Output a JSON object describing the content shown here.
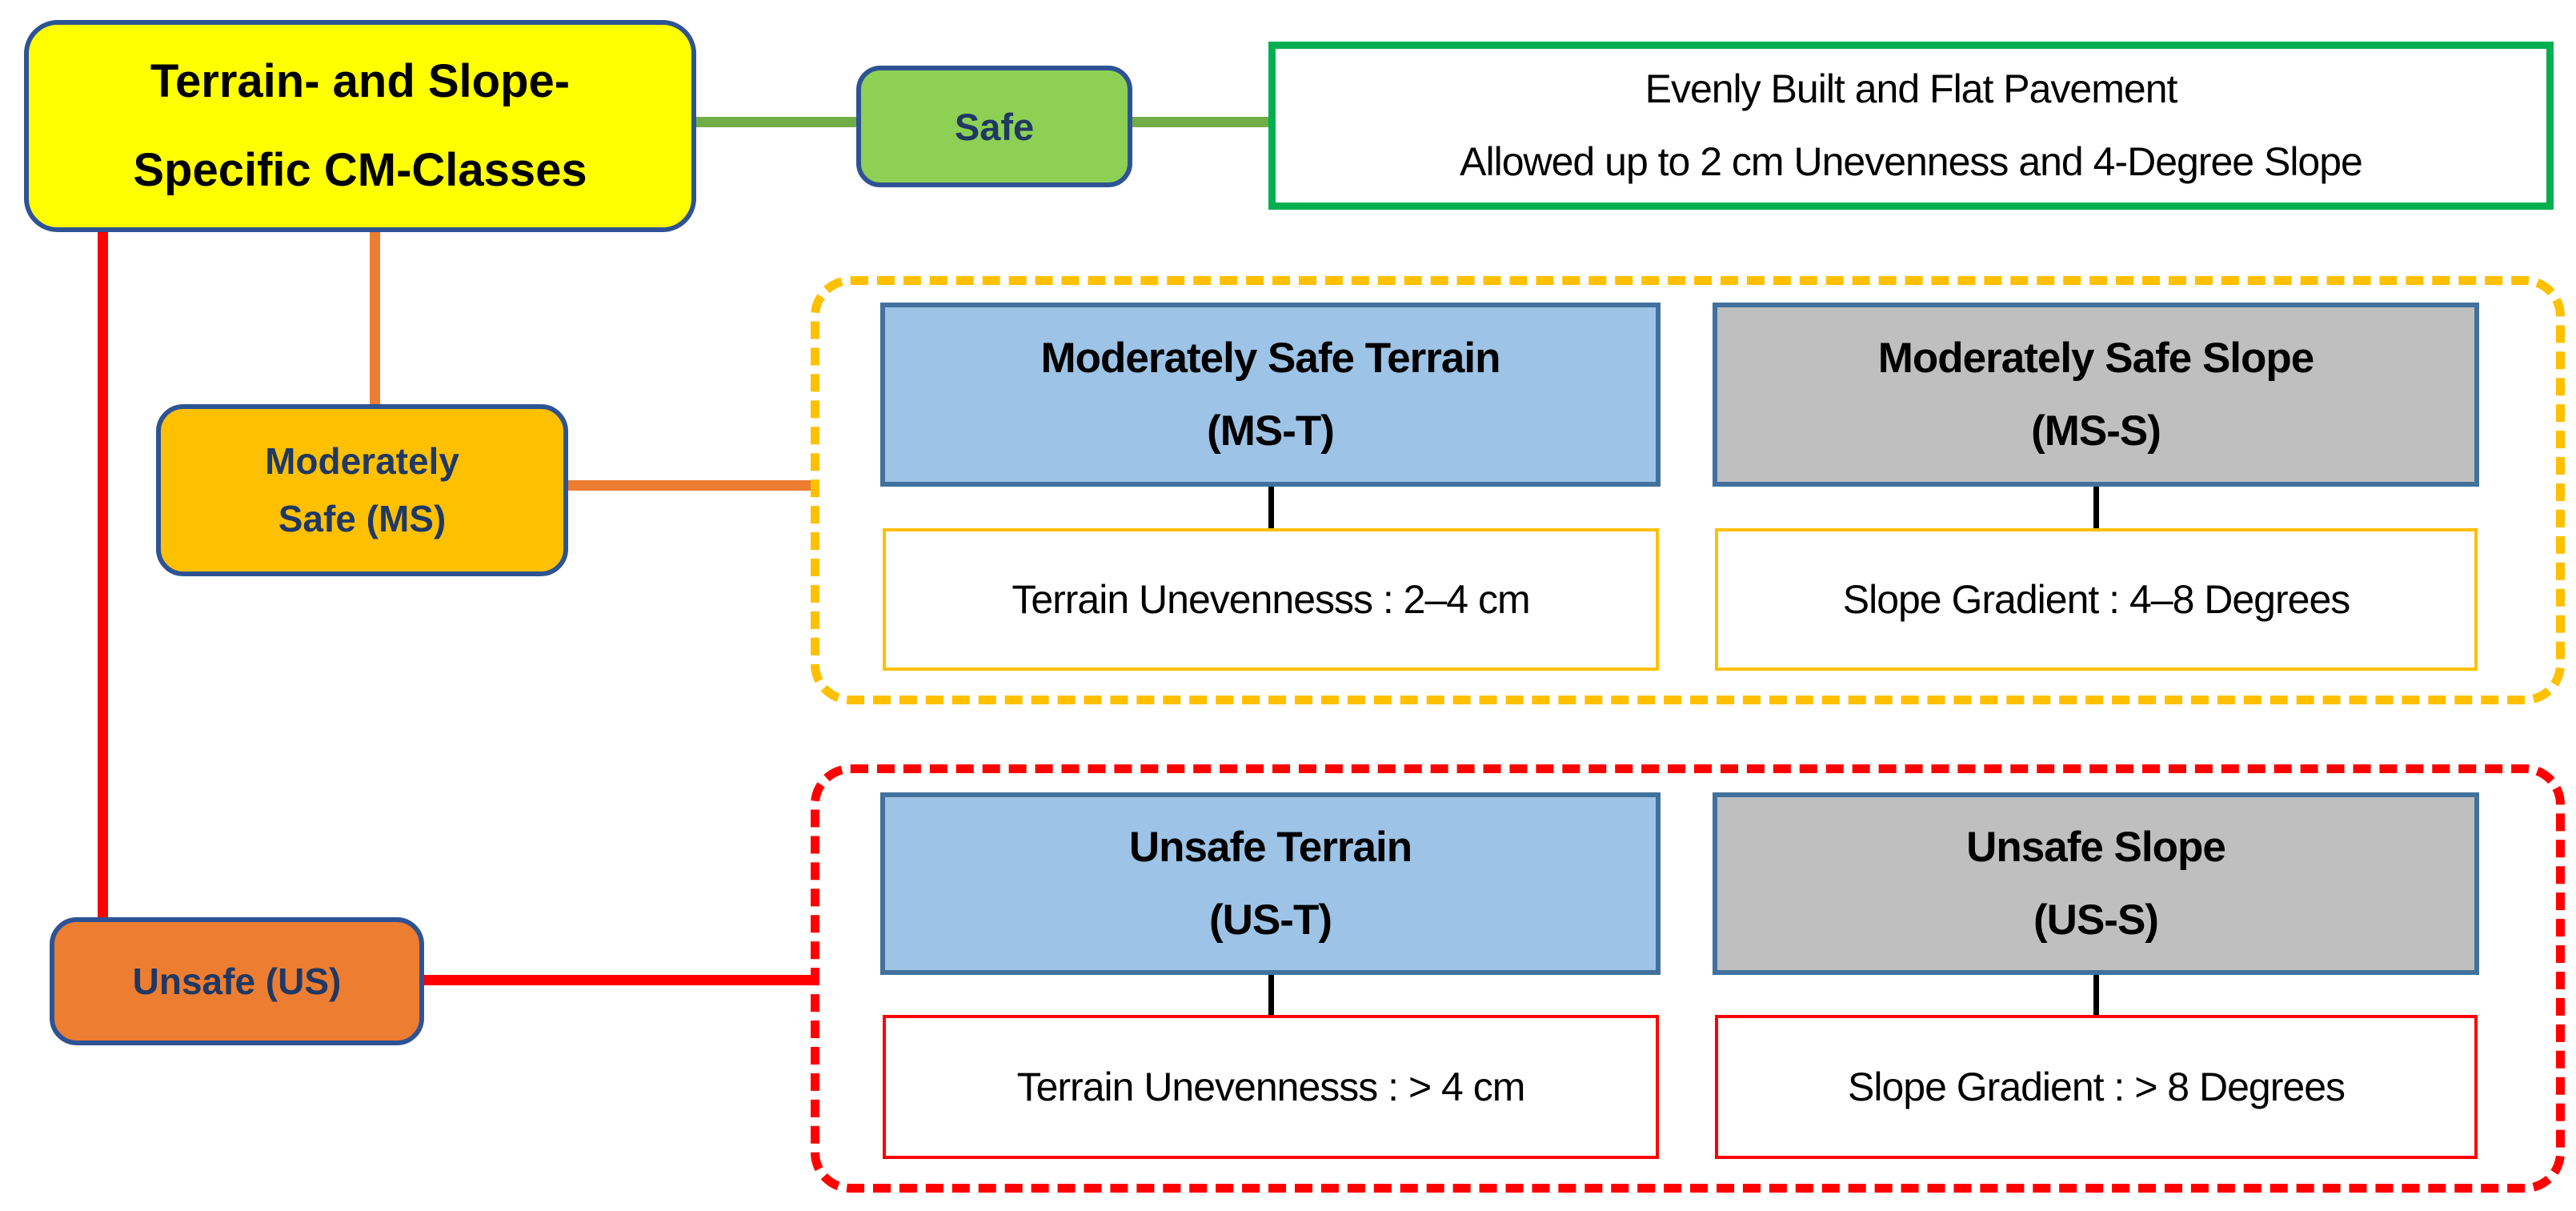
{
  "root": {
    "label_line1": "Terrain- and Slope-",
    "label_line2": "Specific CM-Classes"
  },
  "safe_branch": {
    "node_label": "Safe",
    "desc_line1": "Evenly Built and Flat Pavement",
    "desc_line2": "Allowed up to 2 cm Unevenness and 4-Degree Slope"
  },
  "moderately_safe_branch": {
    "node_line1": "Moderately",
    "node_line2": "Safe (MS)",
    "terrain_title_line1": "Moderately Safe Terrain",
    "terrain_title_line2": "(MS-T)",
    "terrain_detail": "Terrain Unevennesss : 2–4 cm",
    "slope_title_line1": "Moderately Safe Slope",
    "slope_title_line2": "(MS-S)",
    "slope_detail": "Slope Gradient : 4–8 Degrees"
  },
  "unsafe_branch": {
    "node_label": "Unsafe (US)",
    "terrain_title_line1": "Unsafe Terrain",
    "terrain_title_line2": "(US-T)",
    "terrain_detail": "Terrain Unevennesss : > 4 cm",
    "slope_title_line1": "Unsafe Slope",
    "slope_title_line2": "(US-S)",
    "slope_detail": "Slope Gradient : > 8 Degrees"
  },
  "colors": {
    "root_fill": "#FFFF00",
    "safe_fill": "#8ED054",
    "moderately_safe_fill": "#FFC000",
    "unsafe_fill": "#ED7D31",
    "terrain_fill": "#9DC3E6",
    "slope_fill": "#BFBFBF",
    "node_border": "#2E5395",
    "category_border": "#41719C",
    "green_connector": "#70AD47",
    "pavement_border": "#00B050",
    "ms_dash": "#FFC000",
    "us_dash": "#FF0000",
    "navy_text": "#1F3864"
  }
}
